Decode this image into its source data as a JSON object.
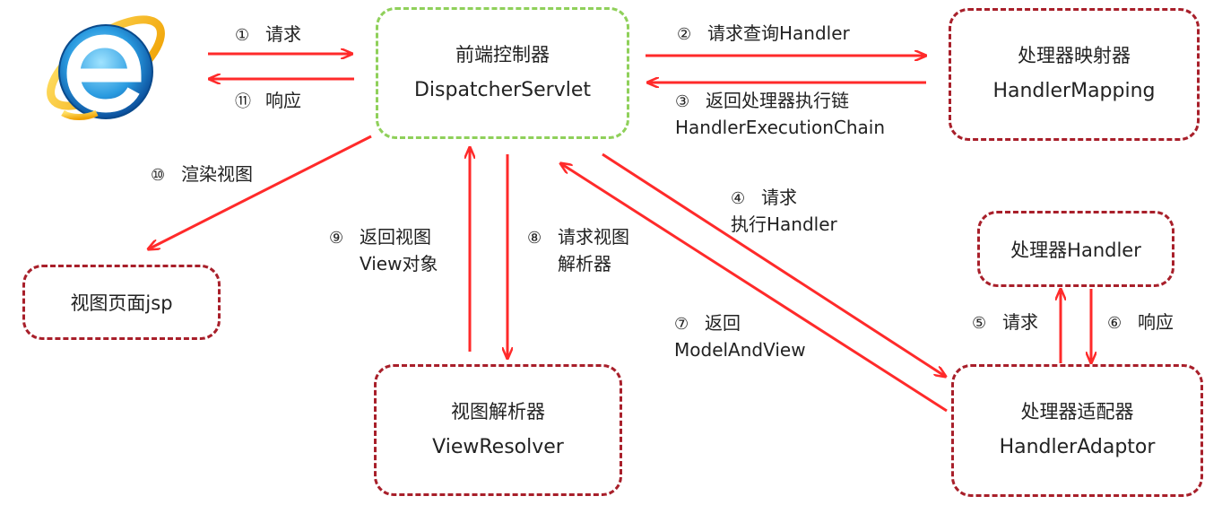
{
  "colors": {
    "arrow": "#ff2a2a",
    "node_border": "#a81f2a",
    "controller_border": "#8fd05a"
  },
  "logo": {
    "icon": "internet-explorer-icon"
  },
  "nodes": {
    "dispatcher": {
      "line1": "前端控制器",
      "line2": "DispatcherServlet"
    },
    "mapping": {
      "line1": "处理器映射器",
      "line2": "HandlerMapping"
    },
    "handler": {
      "label": "处理器Handler"
    },
    "jsp": {
      "label": "视图页面jsp"
    },
    "view_resolver": {
      "line1": "视图解析器",
      "line2": "ViewResolver"
    },
    "adaptor": {
      "line1": "处理器适配器",
      "line2": "HandlerAdaptor"
    }
  },
  "steps": [
    {
      "num": "①",
      "text": "请求",
      "sub": ""
    },
    {
      "num": "②",
      "text": "请求查询Handler",
      "sub": ""
    },
    {
      "num": "③",
      "text": "返回处理器执行链",
      "sub": "HandlerExecutionChain"
    },
    {
      "num": "④",
      "text": "请求",
      "sub": "执行Handler"
    },
    {
      "num": "⑤",
      "text": "请求",
      "sub": ""
    },
    {
      "num": "⑥",
      "text": "响应",
      "sub": ""
    },
    {
      "num": "⑦",
      "text": "返回",
      "sub": "ModelAndView"
    },
    {
      "num": "⑧",
      "text": "请求视图",
      "sub": "解析器"
    },
    {
      "num": "⑨",
      "text": "返回视图",
      "sub": "View对象"
    },
    {
      "num": "⑩",
      "text": "渲染视图",
      "sub": ""
    },
    {
      "num": "⑪",
      "text": "响应",
      "sub": ""
    }
  ]
}
